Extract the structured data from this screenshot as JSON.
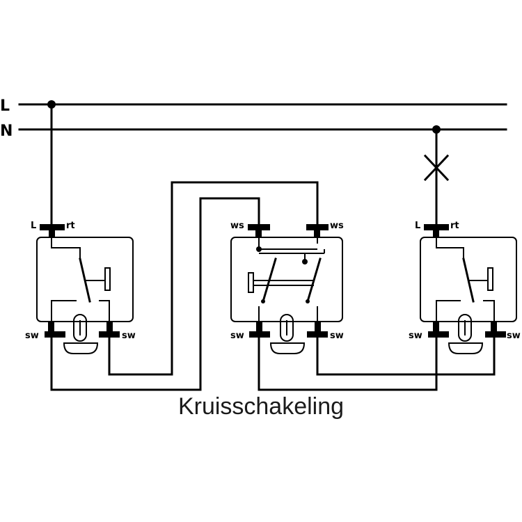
{
  "caption": "Kruisschakeling",
  "bus": {
    "line": "L",
    "neutral": "N"
  },
  "switches": [
    {
      "top_left": "L",
      "top_right": "rt",
      "bottom_left": "sw",
      "bottom_right": "sw"
    },
    {
      "top_left": "ws",
      "top_right": "ws",
      "bottom_left": "sw",
      "bottom_right": "sw"
    },
    {
      "top_left": "L",
      "top_right": "rt",
      "bottom_left": "sw",
      "bottom_right": "sw"
    }
  ]
}
